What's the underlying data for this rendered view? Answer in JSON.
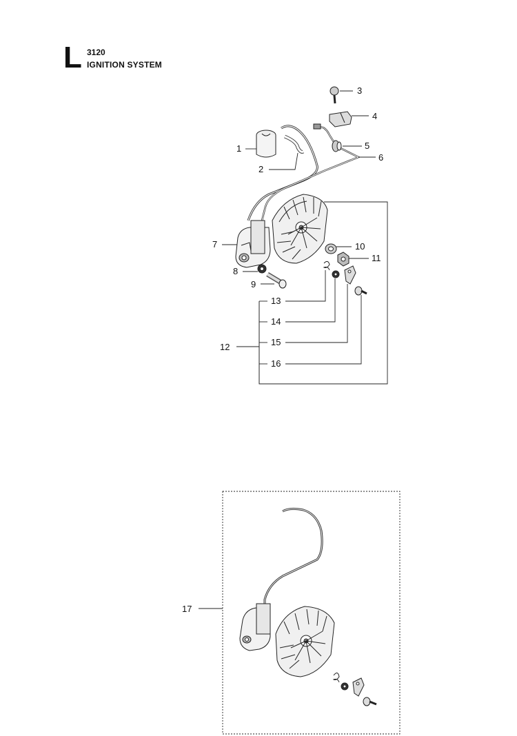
{
  "header": {
    "section_letter": "L",
    "model_number": "3120",
    "section_title": "IGNITION SYSTEM"
  },
  "callouts": [
    "1",
    "2",
    "3",
    "4",
    "5",
    "6",
    "7",
    "8",
    "9",
    "10",
    "11",
    "12",
    "13",
    "14",
    "15",
    "16",
    "17"
  ]
}
